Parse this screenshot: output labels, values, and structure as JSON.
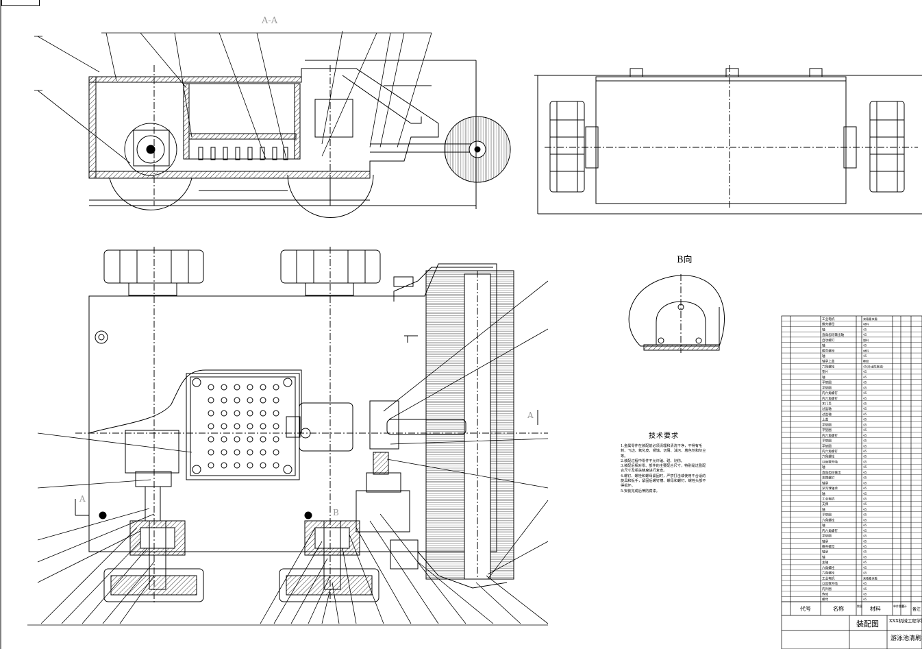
{
  "header_stamp": "",
  "views": {
    "section_aa_label": "A-A",
    "b_view_label": "B向",
    "section_a_marker": "A",
    "section_b_marker": "B"
  },
  "technical_requirements": {
    "title": "技术要求",
    "items": [
      "1.金属零件在装配前必须清理和清洗干净，不得有毛刺、飞边、氧化皮、锈蚀、切屑、油污、着色剂和灰尘等。",
      "2.装配过程中零件不允许磕、碰、划伤。",
      "3.装配后相对零、部件的主要配合尺寸，特别是过盈配合尺寸及相关精度进行复查。",
      "4.螺钉、螺栓和螺母紧固时，严禁打击或使用不合适的旋具和扳手，紧固后螺钉槽、螺母和螺钉、螺栓头部不得损坏。",
      "5.安装完成后喷防腐漆。"
    ]
  },
  "bom": {
    "part_names": [
      "工业电机",
      "蝶壳螺母",
      "轴",
      "直角齿轮输出轴",
      "自攻螺钉",
      "轴",
      "蝶壳螺母",
      "轴",
      "轴承上盖",
      "六角螺栓",
      "垫片",
      "轴",
      "平垫圈",
      "平垫圈",
      "内六角螺钉",
      "内六角螺钉",
      "木门页",
      "过盈轴",
      "过盈轴",
      "上盖",
      "平垫圈",
      "平垫圈",
      "内六角螺钉",
      "平垫圈",
      "平垫圈",
      "内六角螺钉",
      "六角螺栓",
      "以齿数外啮",
      "轴",
      "直角齿轮输出",
      "支撑螺钉",
      "轴承",
      "深沟球轴承",
      "轴",
      "工业电机",
      "支撑",
      "轴",
      "平垫圈",
      "六角螺栓",
      "轴",
      "内六角螺钉",
      "平垫圈",
      "轴承",
      "蝶壳螺母",
      "轴承",
      "轴",
      "主轴",
      "六角螺栓",
      "六角螺栓",
      "工业电机",
      "以齿数外啮",
      "内外圈",
      "传动",
      "螺母"
    ],
    "materials": [
      "来看看来看",
      "材料",
      "45",
      "45",
      "塑料",
      "45",
      "材料",
      "45",
      "橡胶",
      "45(外出防腐漆)",
      "45",
      "45",
      "45",
      "45",
      "45",
      "45",
      "45",
      "45",
      "45",
      "45",
      "45",
      "45",
      "45",
      "45",
      "45",
      "45",
      "45",
      "45",
      "45",
      "45",
      "45",
      "45",
      "45",
      "45",
      "45",
      "45",
      "45",
      "45",
      "45",
      "45",
      "45",
      "45",
      "45",
      "45",
      "45",
      "45",
      "45",
      "45",
      "45",
      "来看看来看",
      "45",
      "45",
      "45",
      "45"
    ],
    "headers": {
      "code": "代号",
      "name": "名称",
      "quantity": "数量",
      "material": "材料",
      "unit_weight": "单件重量",
      "total_weight": "总计",
      "remark": "备注"
    },
    "title_block": {
      "drawing_type": "装配图",
      "school": "XXX机械工程学院",
      "product": "游泳池清刷机"
    }
  }
}
